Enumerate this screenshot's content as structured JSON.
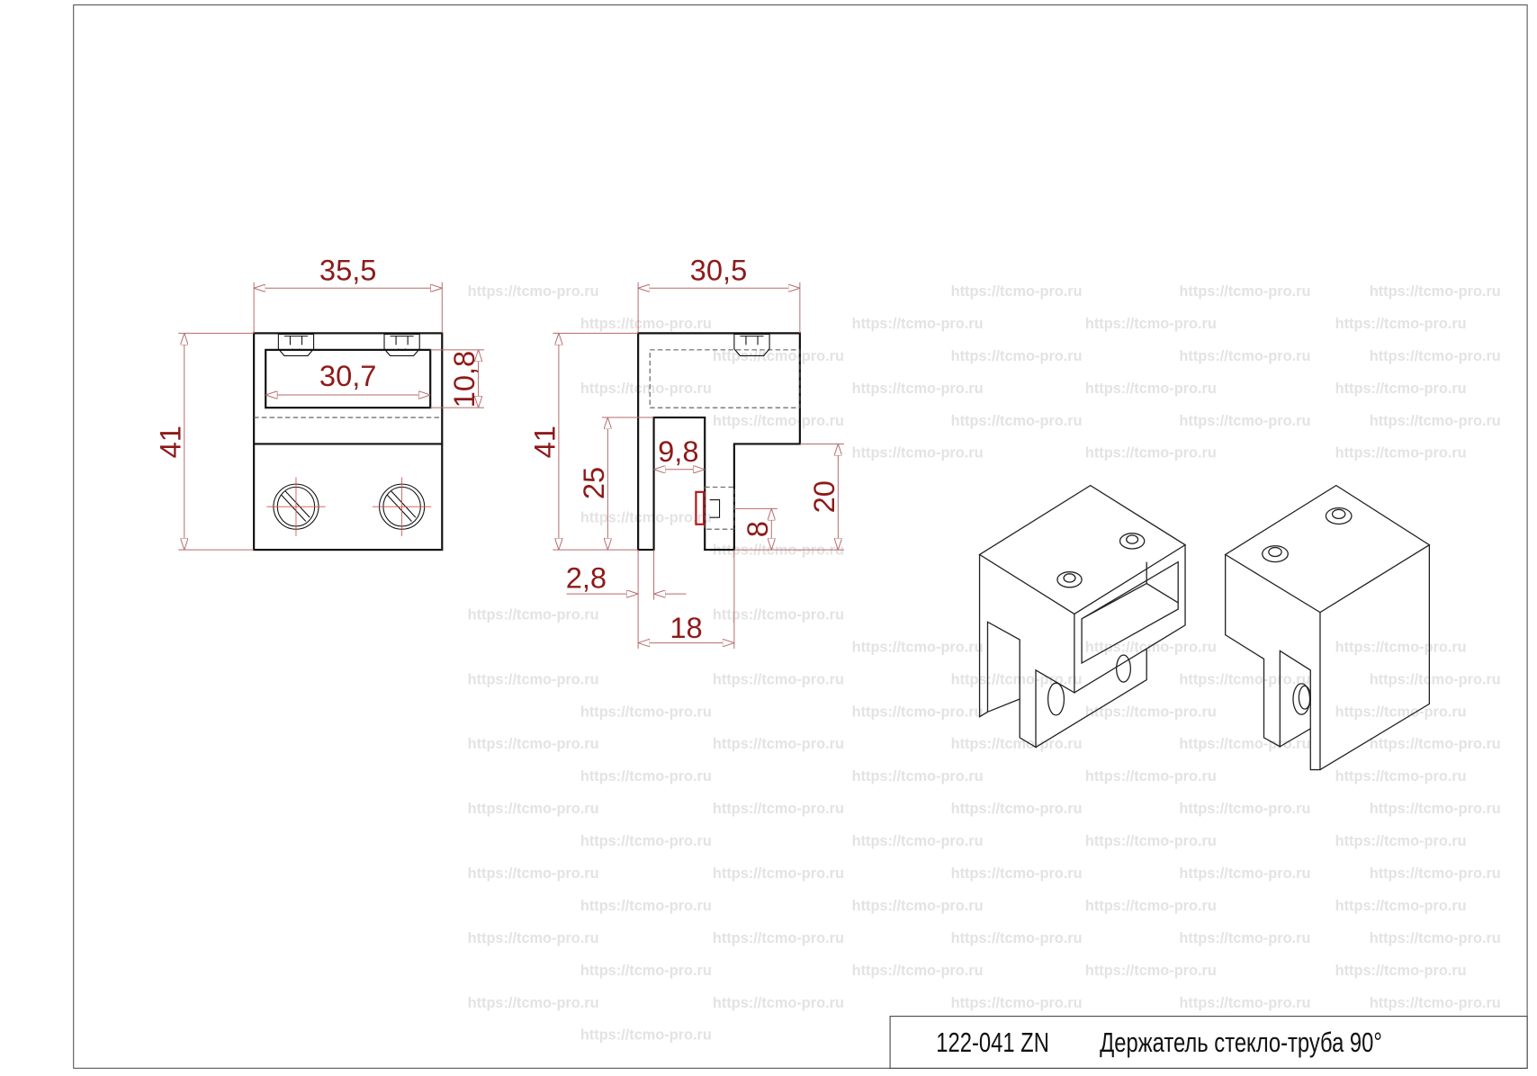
{
  "title_block": {
    "part_number": "122-041 ZN",
    "part_name": "Держатель стекло-труба 90°"
  },
  "watermark": "https://tcmo-pro.ru",
  "front_view": {
    "width": "35,5",
    "height": "41",
    "slot_width": "30,7",
    "slot_height": "10,8"
  },
  "side_view": {
    "width": "30,5",
    "height": "41",
    "gap_height": "25",
    "gap_width": "9,8",
    "lower_height": "20",
    "screw_height": "8",
    "wall": "2,8",
    "base_width": "18"
  },
  "colors": {
    "dimension": "#8e1a1a",
    "outline": "#111111",
    "watermark": "#e3e3e3"
  }
}
